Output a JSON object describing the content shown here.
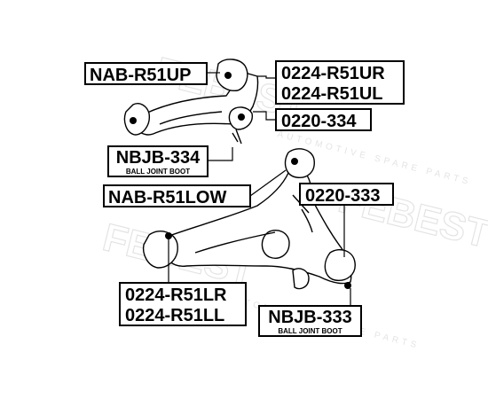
{
  "labels": {
    "nab_r51up": "NAB-R51UP",
    "upper_arm_r": "0224-R51UR",
    "upper_arm_l": "0224-R51UL",
    "upper_bushing": "0220-334",
    "upper_joint": "NBJB-334",
    "upper_joint_caption": "BALL JOINT BOOT",
    "lower_mount": "NAB-R51LOW",
    "lower_bushing": "0220-333",
    "lower_arm_r": "0224-R51LR",
    "lower_arm_l": "0224-R51LL",
    "lower_joint": "NBJB-333",
    "lower_joint_caption": "BALL JOINT BOOT"
  },
  "watermark": "FEBEST",
  "watermark_tagline": "AUTOMOTIVE SPARE PARTS"
}
